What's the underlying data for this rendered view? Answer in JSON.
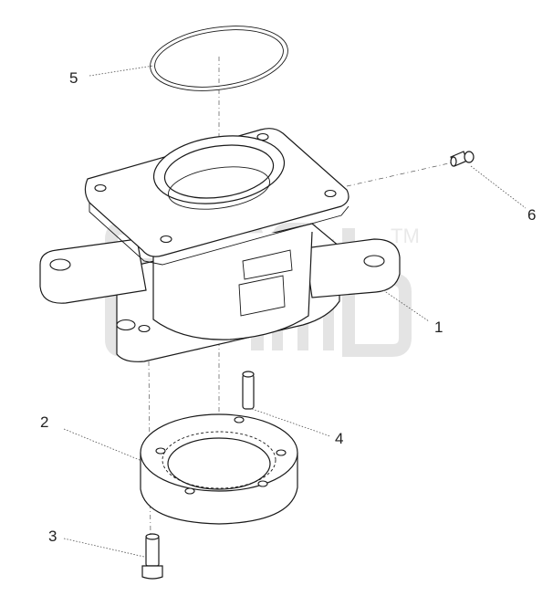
{
  "callouts": [
    {
      "id": "1",
      "part": "bracket-housing"
    },
    {
      "id": "2",
      "part": "ring-gear"
    },
    {
      "id": "3",
      "part": "bolt"
    },
    {
      "id": "4",
      "part": "dowel-pin"
    },
    {
      "id": "5",
      "part": "o-ring"
    },
    {
      "id": "6",
      "part": "grease-fitting"
    }
  ],
  "watermark": {
    "trademark": "TM"
  },
  "colors": {
    "line": "#1a1a1a",
    "watermark": "#d8d8d8",
    "background": "#ffffff"
  }
}
